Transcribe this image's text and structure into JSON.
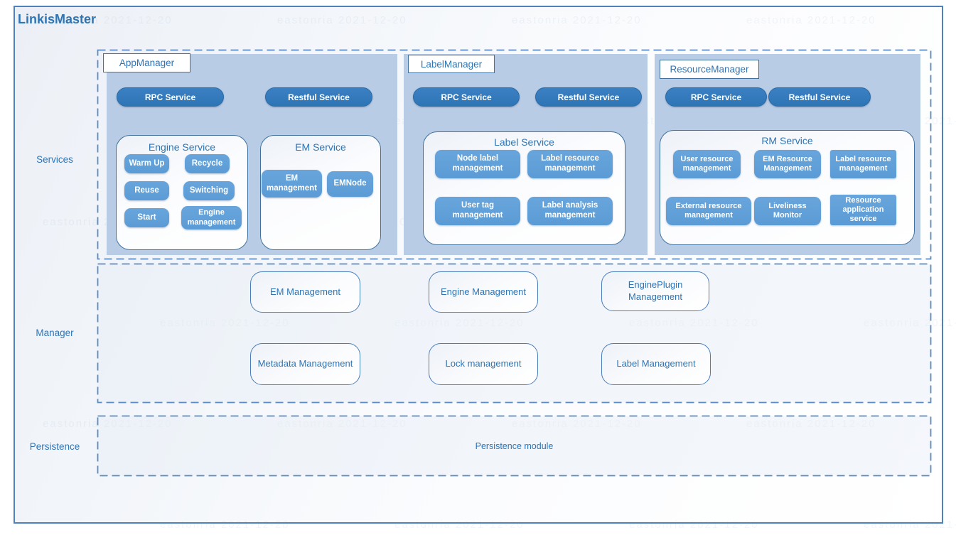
{
  "title": "LinkisMaster",
  "watermark": "eastonria 2021-12-20",
  "colors": {
    "accent_text": "#2e75b6",
    "pill_fill": "#2e75b6",
    "button_fill": "#5b9bd5",
    "panel_fill": "#b9cce5",
    "frame_border": "#4f81bd",
    "dashed_border": "#5b8bc2"
  },
  "rows": {
    "services_label": "Services",
    "manager_label": "Manager",
    "persistence_label": "Persistence"
  },
  "services": {
    "groups": [
      {
        "name": "AppManager",
        "pills": [
          "RPC Service",
          "Restful Service"
        ],
        "engine_service": {
          "title": "Engine Service",
          "buttons": [
            "Warm Up",
            "Recycle",
            "Reuse",
            "Switching",
            "Start",
            "Engine management"
          ]
        },
        "em_service": {
          "title": "EM Service",
          "buttons": [
            "EM management",
            "EMNode"
          ]
        }
      },
      {
        "name": "LabelManager",
        "pills": [
          "RPC Service",
          "Restful Service"
        ],
        "label_service": {
          "title": "Label Service",
          "buttons": [
            "Node label management",
            "Label resource management",
            "User tag management",
            "Label analysis management"
          ]
        }
      },
      {
        "name": "ResourceManager",
        "pills": [
          "RPC Service",
          "Restful Service"
        ],
        "rm_service": {
          "title": "RM Service",
          "buttons": [
            "User resource management",
            "EM Resource Management",
            "Label resource management",
            "External resource management",
            "Liveliness Monitor",
            "Resource application service"
          ]
        }
      }
    ]
  },
  "manager": {
    "boxes": [
      "EM Management",
      "Engine Management",
      "EnginePlugin Management",
      "Metadata Management",
      "Lock management",
      "Label Management"
    ]
  },
  "persistence": {
    "module": "Persistence module"
  }
}
